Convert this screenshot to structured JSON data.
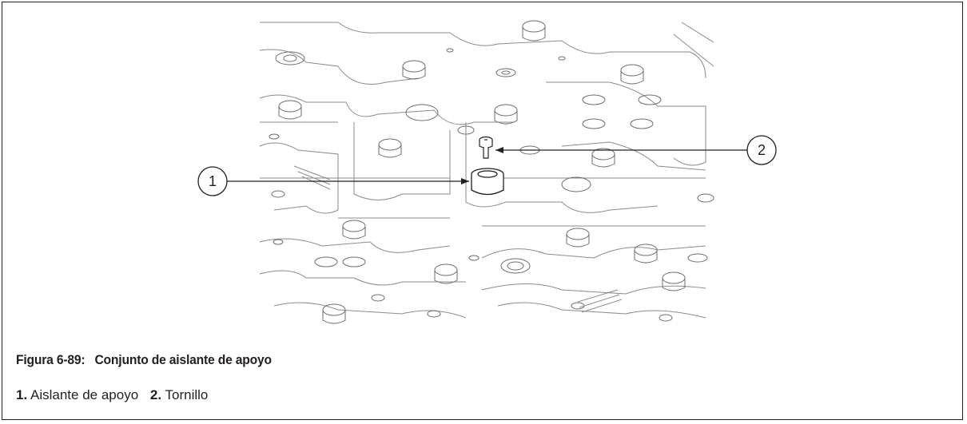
{
  "figure": {
    "number": "Figura 6-89:",
    "title": "Conjunto de aislante de apoyo"
  },
  "callouts": [
    {
      "number": "1",
      "label": "Aislante de apoyo"
    },
    {
      "number": "2",
      "label": "Tornillo"
    }
  ],
  "colors": {
    "line": "#231f20",
    "drawing": "#6d6e71"
  }
}
